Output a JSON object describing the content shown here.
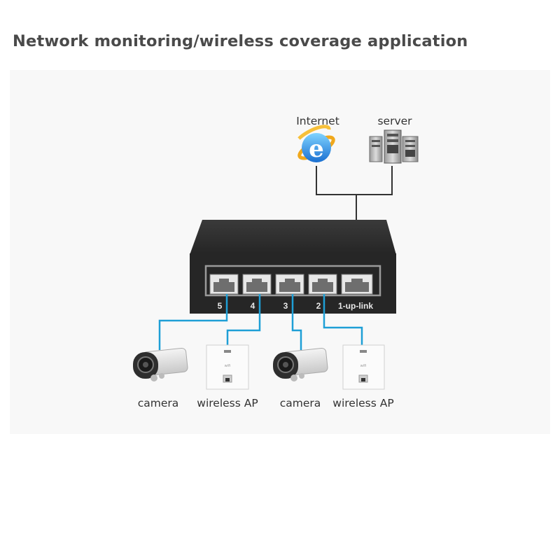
{
  "title": "Network monitoring/wireless coverage application",
  "nodes": {
    "internet": "Internet",
    "server": "server",
    "devices": [
      "camera",
      "wireless AP",
      "camera",
      "wireless AP"
    ]
  },
  "switch": {
    "port_labels": [
      "5",
      "4",
      "3",
      "2",
      "1-up-link"
    ]
  },
  "colors": {
    "uplink_line": "#333333",
    "device_line": "#1e9fd6",
    "switch_body": "#2b2b2b"
  },
  "icons": {
    "internet": "internet-explorer-icon",
    "server": "server-tower-icon",
    "camera": "bullet-camera-icon",
    "wireless_ap": "wall-plate-ap-icon"
  }
}
